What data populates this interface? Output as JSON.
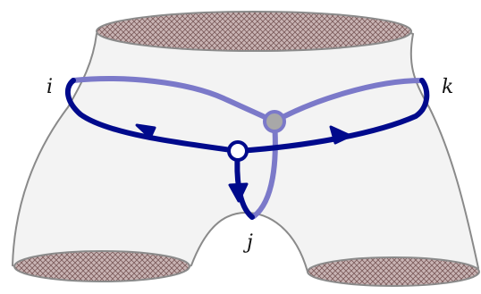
{
  "labels": {
    "i": "i",
    "j": "j",
    "k": "k"
  },
  "colors": {
    "surface_fill": "#f3f3f3",
    "surface_stroke": "#8a8a8a",
    "hole_fill": "#bfa8a8",
    "hatch": "#7a5a5a",
    "front_path": "#000a8c",
    "back_path": "#7b79c9",
    "back_node": "#a8a8a8",
    "front_node": "#ffffff"
  }
}
